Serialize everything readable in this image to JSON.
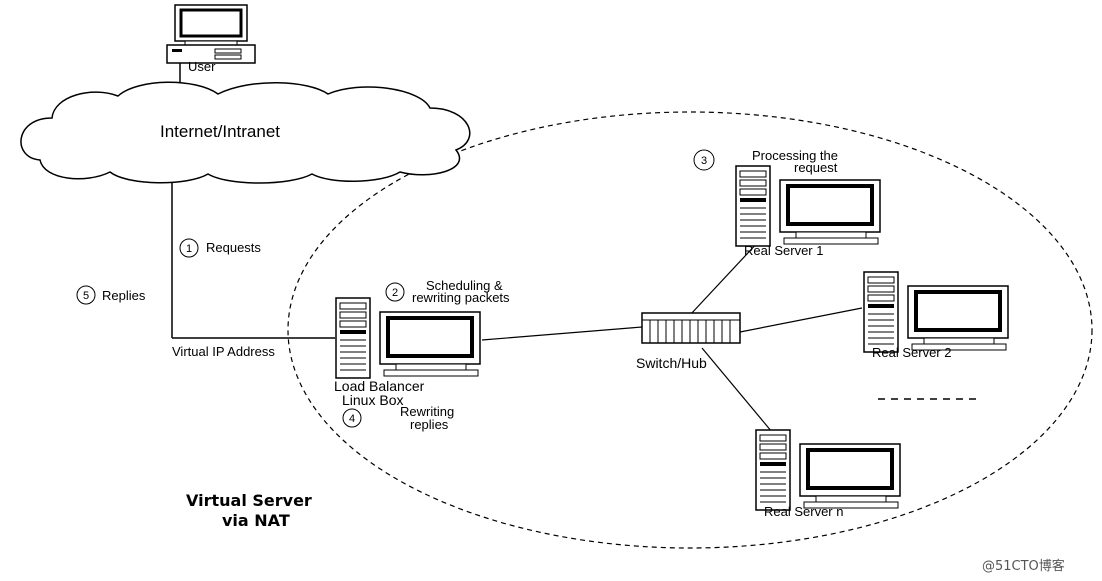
{
  "user": {
    "label": "User"
  },
  "cloud": {
    "label": "Internet/Intranet"
  },
  "links": {
    "requests": {
      "num": "1",
      "label": "Requests"
    },
    "replies": {
      "num": "5",
      "label": "Replies"
    },
    "vip_label": "Virtual IP Address"
  },
  "load_balancer": {
    "line1": "Load Balancer",
    "line2": "Linux Box",
    "step_scheduling": {
      "num": "2",
      "line1": "Scheduling &",
      "line2": "rewriting packets"
    },
    "step_rewriting": {
      "num": "4",
      "line1": "Rewriting",
      "line2": "replies"
    }
  },
  "switch": {
    "label": "Switch/Hub"
  },
  "real_servers": {
    "s1": {
      "label": "Real Server 1"
    },
    "s2": {
      "label": "Real Server 2"
    },
    "sn": {
      "label": "Real Server n"
    },
    "processing": {
      "num": "3",
      "line1": "Processing the",
      "line2": "request"
    }
  },
  "footer": {
    "line1": "Virtual Server",
    "line2": "via NAT"
  },
  "watermark": "@51CTO博客"
}
